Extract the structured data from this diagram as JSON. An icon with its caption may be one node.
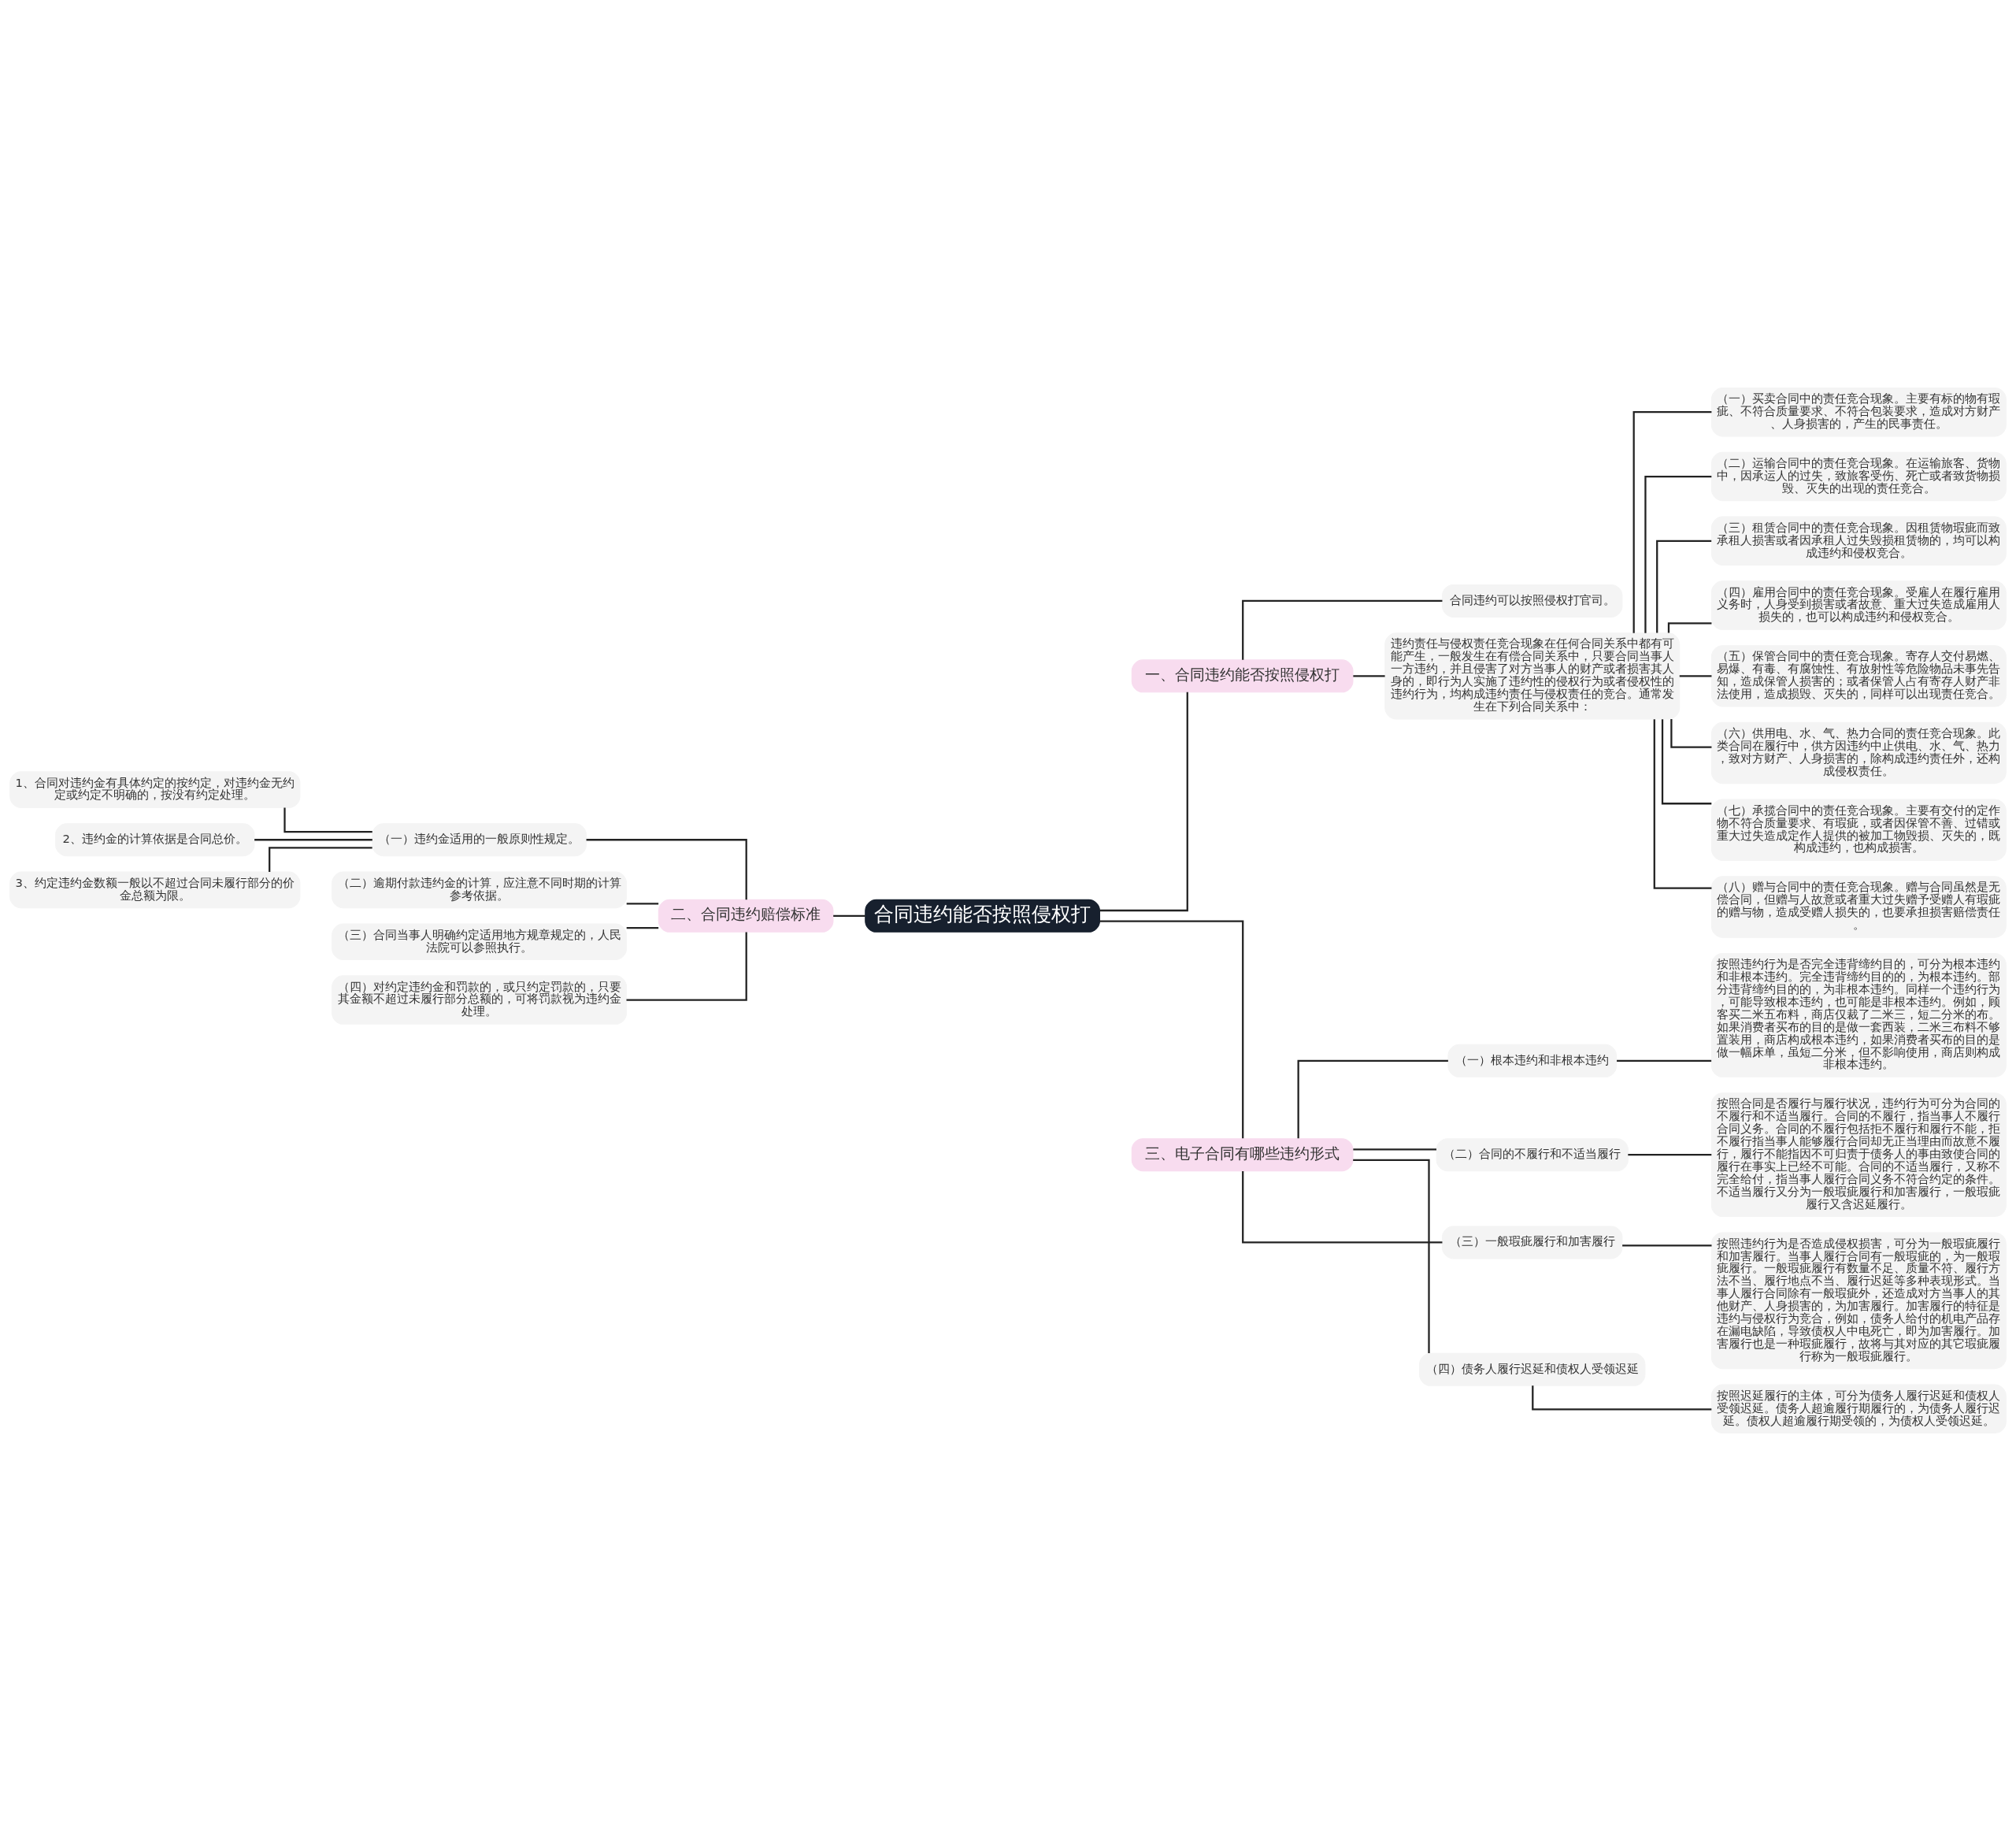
{
  "diagram": {
    "nodes": [
      {
        "text": [
          "合同违约能否按照侵权打"
        ]
      },
      {
        "text": [
          "一、合同违约能否按照侵权打"
        ]
      },
      {
        "text": [
          "合同违约可以按照侵权打官司。"
        ]
      },
      {
        "text": [
          "违约责任与侵权责任竞合现象在任何合同关系中都有可能产生，一般发生在有偿合同关系中，只要合同当事人一方违约，并且侵害了对方当事人的财产或者损害其人身的，即行为人实施了违约性的侵权行为或者侵权性的违约行为，均构成违约责任与侵权责任的竞合。通常发生在下列合同关系中："
        ]
      },
      {
        "text": [
          "（一）买卖合同中的责任竞合现象。主要有标的物有瑕疵、不符合质量要求、不符合包装要求，造成对方财产、人身损害的，产生的民事责任。"
        ]
      },
      {
        "text": [
          "（二）运输合同中的责任竞合现象。在运输旅客、货物中，因承运人的过失，致旅客受伤、死亡或者致货物损毁、灭失的出现的责任竞合。"
        ]
      },
      {
        "text": [
          "（三）租赁合同中的责任竞合现象。因租赁物瑕疵而致承租人损害或者因承租人过失毁损租赁物的，均可以构成违约和侵权竞合。"
        ]
      },
      {
        "text": [
          "（四）雇用合同中的责任竞合现象。受雇人在履行雇用义务时，人身受到损害或者故意、重大过失造成雇用人损失的，也可以构成违约和侵权竞合。"
        ]
      },
      {
        "text": [
          "（五）保管合同中的责任竞合现象。寄存人交付易燃、易爆、有毒、有腐蚀性、有放射性等危险物品未事先告知，造成保管人损害的；或者保管人占有寄存人财产非法使用，造成损毁、灭失的，同样可以出现责任竞合。"
        ]
      },
      {
        "text": [
          "（六）供用电、水、气、热力合同的责任竞合现象。此类合同在履行中，供方因违约中止供电、水、气、热力，致对方财产、人身损害的，除构成违约责任外，还构成侵权责任。"
        ]
      },
      {
        "text": [
          "（七）承揽合同中的责任竞合现象。主要有交付的定作物不符合质量要求、有瑕疵，或者因保管不善、过错或重大过失造成定作人提供的被加工物毁损、灭失的，既构成违约，也构成损害。"
        ]
      },
      {
        "text": [
          "（八）赠与合同中的责任竞合现象。赠与合同虽然是无偿合同，但赠与人故意或者重大过失赠予受赠人有瑕疵的赠与物，造成受赠人损失的，也要承担损害赔偿责任。"
        ]
      },
      {
        "text": [
          "二、合同违约赔偿标准"
        ]
      },
      {
        "text": [
          "（一）违约金适用的一般原则性规定。"
        ]
      },
      {
        "text": [
          "1、合同对违约金有具体约定的按约定，对违约金无约定或约定不明确的，按没有约定处理。"
        ]
      },
      {
        "text": [
          "2、违约金的计算依据是合同总价。"
        ]
      },
      {
        "text": [
          "3、约定违约金数额一般以不超过合同未履行部分的价金总额为限。"
        ]
      },
      {
        "text": [
          "（二）逾期付款违约金的计算，应注意不同时期的计算参考依据。"
        ]
      },
      {
        "text": [
          "（三）合同当事人明确约定适用地方规章规定的，人民法院可以参照执行。"
        ]
      },
      {
        "text": [
          "（四）对约定违约金和罚款的，或只约定罚款的，只要其金额不超过未履行部分总额的，可将罚款视为违约金处理。"
        ]
      },
      {
        "text": [
          "三、电子合同有哪些违约形式"
        ]
      },
      {
        "text": [
          "（一）根本违约和非根本违约"
        ]
      },
      {
        "text": [
          "按照违约行为是否完全违背缔约目的，可分为根本违约和非根本违约。完全违背缔约目的的，为根本违约。部分违背缔约目的的，为非根本违约。同样一个违约行为，可能导致根本违约，也可能是非根本违约。例如，顾客买二米五布料，商店仅裁了二米三，短二分米的布。如果消费者买布的目的是做一套西装，二米三布料不够置装用，商店构成根本违约，如果消费者买布的目的是做一幅床单，虽短二分米，但不影响使用，商店则构成非根本违约。"
        ]
      },
      {
        "text": [
          "（二）合同的不履行和不适当履行"
        ]
      },
      {
        "text": [
          "按照合同是否履行与履行状况，违约行为可分为合同的不履行和不适当履行。合同的不履行，指当事人不履行合同义务。合同的不履行包括拒不履行和履行不能，拒不履行指当事人能够履行合同却无正当理由而故意不履行，履行不能指因不可归责于债务人的事由致使合同的履行在事实上已经不可能。合同的不适当履行，又称不完全给付，指当事人履行合同义务不符合约定的条件。不适当履行又分为一般瑕疵履行和加害履行，一般瑕疵履行又含迟延履行。"
        ]
      },
      {
        "text": [
          "（三）一般瑕疵履行和加害履行"
        ]
      },
      {
        "text": [
          "按照违约行为是否造成侵权损害，可分为一般瑕疵履行和加害履行。当事人履行合同有一般瑕疵的，为一般瑕疵履行。一般瑕疵履行有数量不足、质量不符、履行方法不当、履行地点不当、履行迟延等多种表现形式。当事人履行合同除有一般瑕疵外，还造成对方当事人的其他财产、人身损害的，为加害履行。加害履行的特征是违约与侵权行为竞合，例如，债务人给付的机电产品存在漏电缺陷，导致债权人中电死亡，即为加害履行。加害履行也是一种瑕疵履行，故将与其对应的其它瑕疵履行称为一般瑕疵履行。"
        ]
      },
      {
        "text": [
          "（四）债务人履行迟延和债权人受领迟延"
        ]
      },
      {
        "text": [
          "按照迟延履行的主体，可分为债务人履行迟延和债权人受领迟延。债务人超逾履行期履行的，为债务人履行迟延。债权人超逾履行期受领的，为债权人受领迟延。"
        ]
      }
    ],
    "edges": [
      {
        "from": 0,
        "to": 1,
        "arrow": "none"
      },
      {
        "from": 1,
        "to": 2,
        "arrow": "none"
      },
      {
        "from": 1,
        "to": 3,
        "arrow": "none"
      },
      {
        "from": 3,
        "to": 4,
        "arrow": "none"
      },
      {
        "from": 3,
        "to": 5,
        "arrow": "none"
      },
      {
        "from": 3,
        "to": 6,
        "arrow": "none"
      },
      {
        "from": 3,
        "to": 7,
        "arrow": "none"
      },
      {
        "from": 3,
        "to": 8,
        "arrow": "none"
      },
      {
        "from": 3,
        "to": 9,
        "arrow": "none"
      },
      {
        "from": 3,
        "to": 10,
        "arrow": "none"
      },
      {
        "from": 3,
        "to": 11,
        "arrow": "none"
      },
      {
        "from": 0,
        "to": 12,
        "arrow": "none"
      },
      {
        "from": 12,
        "to": 13,
        "arrow": "none"
      },
      {
        "from": 13,
        "to": 14,
        "arrow": "none"
      },
      {
        "from": 13,
        "to": 15,
        "arrow": "none"
      },
      {
        "from": 13,
        "to": 16,
        "arrow": "none"
      },
      {
        "from": 12,
        "to": 17,
        "arrow": "none"
      },
      {
        "from": 12,
        "to": 18,
        "arrow": "none"
      },
      {
        "from": 12,
        "to": 19,
        "arrow": "none"
      },
      {
        "from": 0,
        "to": 20,
        "arrow": "none"
      },
      {
        "from": 20,
        "to": 21,
        "arrow": "none"
      },
      {
        "from": 21,
        "to": 22,
        "arrow": "none"
      },
      {
        "from": 20,
        "to": 23,
        "arrow": "none"
      },
      {
        "from": 23,
        "to": 24,
        "arrow": "none"
      },
      {
        "from": 20,
        "to": 25,
        "arrow": "none"
      },
      {
        "from": 25,
        "to": 26,
        "arrow": "none"
      },
      {
        "from": 20,
        "to": 27,
        "arrow": "none"
      },
      {
        "from": 27,
        "to": 28,
        "arrow": "none"
      }
    ]
  }
}
